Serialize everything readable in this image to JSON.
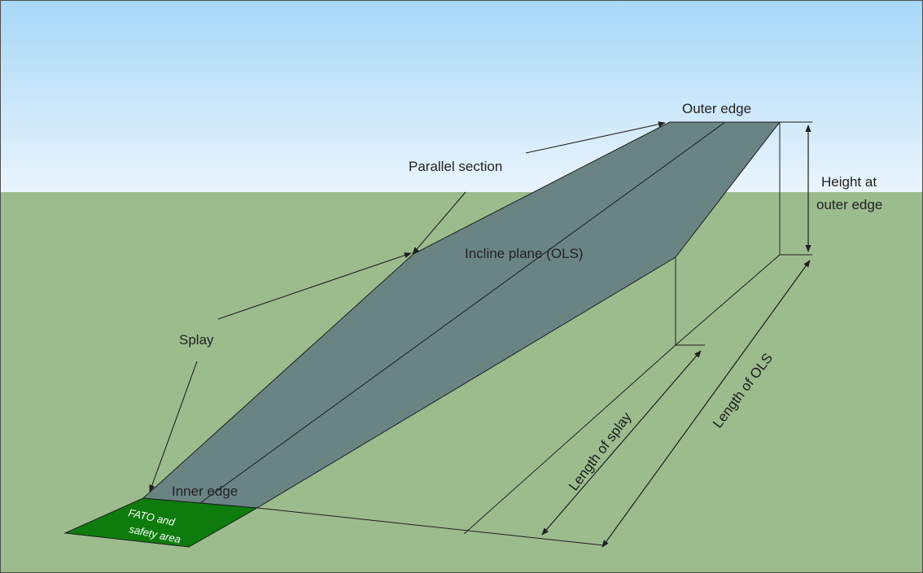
{
  "labels": {
    "outer_edge": "Outer edge",
    "parallel_section": "Parallel section",
    "height_line1": "Height at",
    "height_line2": "outer edge",
    "incline_plane": "Incline plane (OLS)",
    "splay": "Splay",
    "inner_edge": "Inner edge",
    "length_of_splay": "Length of splay",
    "length_of_ols": "Length of OLS",
    "fato_line1": "FATO and",
    "fato_line2": "safety area"
  },
  "colors": {
    "sky_top": "#a6d8f7",
    "sky_bottom": "#eaf4fc",
    "ground": "#9cbc8e",
    "ols_plane": "#6a8484",
    "fato_area": "#0d7c0d",
    "line": "#1f1f1f",
    "frame": "#4d4d4d"
  }
}
